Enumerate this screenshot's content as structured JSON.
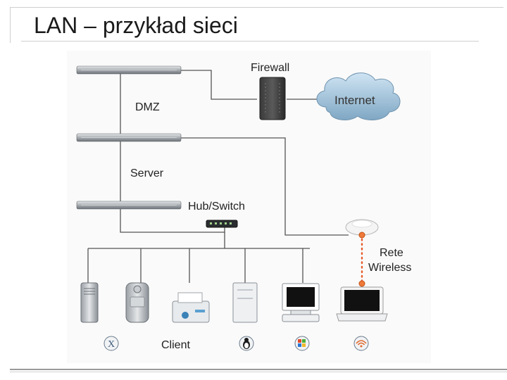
{
  "slide": {
    "title": "LAN – przykład sieci"
  },
  "diagram": {
    "labels": {
      "firewall": "Firewall",
      "internet": "Internet",
      "dmz": "DMZ",
      "server": "Server",
      "hub_switch": "Hub/Switch",
      "wireless_line1": "Rete",
      "wireless_line2": "Wireless",
      "client": "Client"
    },
    "os_icons": [
      "mac-os-x-icon",
      "linux-tux-icon",
      "windows-icon",
      "wireless-icon"
    ]
  }
}
